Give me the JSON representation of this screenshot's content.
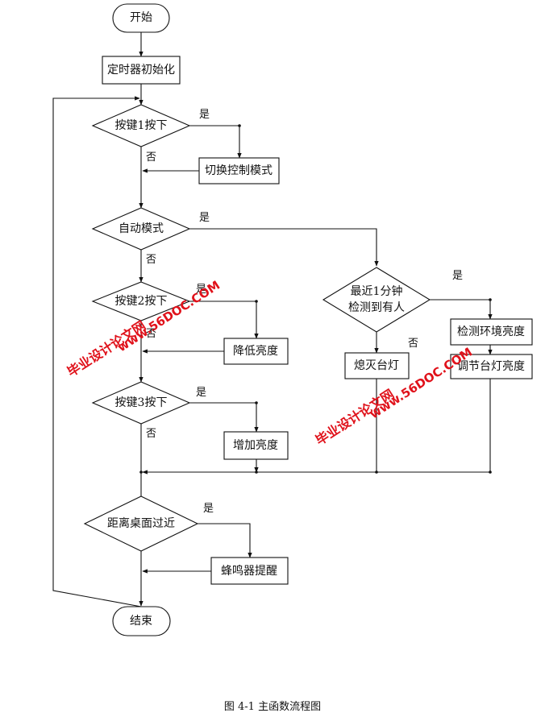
{
  "nodes": {
    "start": "开始",
    "init": "定时器初始化",
    "key1": "按键1按下",
    "switch_mode": "切换控制模式",
    "auto_mode": "自动模式",
    "key2": "按键2按下",
    "dim": "降低亮度",
    "key3": "按键3按下",
    "brighten": "增加亮度",
    "recent_line1": "最近1分钟",
    "recent_line2": "检测到有人",
    "lamp_off": "熄灭台灯",
    "detect_env": "检测环境亮度",
    "adjust_lamp": "调节台灯亮度",
    "too_close": "距离桌面过近",
    "buzzer": "蜂鸣器提醒",
    "end": "结束"
  },
  "edge_labels": {
    "key1_yes": "是",
    "key1_no": "否",
    "auto_yes": "是",
    "auto_no": "否",
    "key2_yes": "是",
    "key2_no": "否",
    "key3_yes": "是",
    "key3_no": "否",
    "recent_yes": "是",
    "recent_no": "否",
    "close_yes": "是"
  },
  "watermark": {
    "left_title": "毕业设计论文网",
    "left_url": "www.56DOC.COM",
    "right_title": "毕业设计论文网",
    "right_url": "www.56DOC.COM",
    "color": "#e0121b"
  },
  "caption": "图 4-1  主函数流程图"
}
